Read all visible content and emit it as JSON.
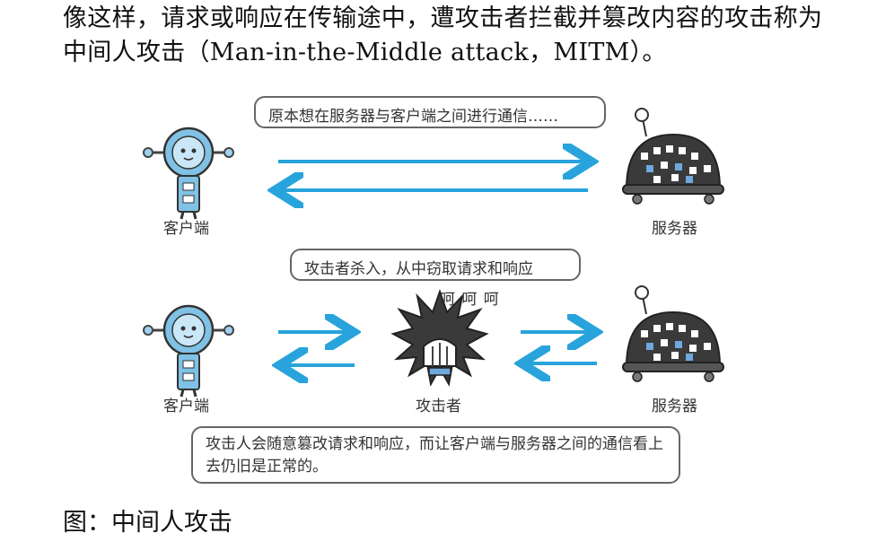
{
  "paragraph": "像这样，请求或响应在传输途中，遭攻击者拦截并篡改内容的攻击称为中间人攻击（Man-in-the-Middle attack，MITM）。",
  "figure": {
    "bubble_top": "原本想在服务器与客户端之间进行通信……",
    "bubble_mid": "攻击者杀入，从中窃取请求和响应",
    "laugh": "呵 呵 呵",
    "bubble_bottom": "攻击人会随意篡改请求和响应，而让客户端与服务器之间的通信看上去仍旧是正常的。",
    "client_label_1": "客户端",
    "server_label_1": "服务器",
    "client_label_2": "客户端",
    "attacker_label": "攻击者",
    "server_label_2": "服务器",
    "colors": {
      "arrow": "#29a3dc",
      "robot": "#7fc2e6",
      "server": "#3a3a3a",
      "screen": "#6fa8dc"
    }
  },
  "caption": "图：中间人攻击"
}
